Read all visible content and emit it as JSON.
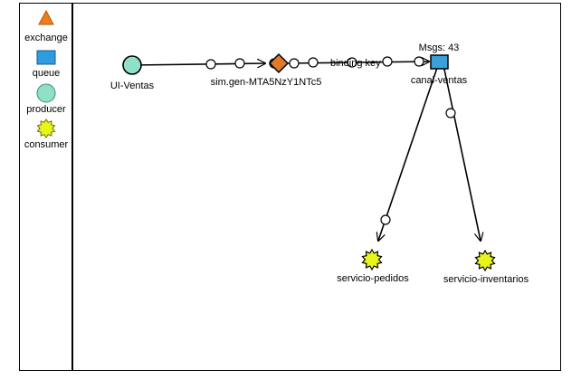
{
  "legend": {
    "items": [
      {
        "label": "exchange",
        "shape": "triangle",
        "color": "#f07d1e"
      },
      {
        "label": "queue",
        "shape": "rect",
        "color": "#2f9be0"
      },
      {
        "label": "producer",
        "shape": "circle",
        "color": "#8ee0c8"
      },
      {
        "label": "consumer",
        "shape": "burst",
        "color": "#e8f51b"
      }
    ]
  },
  "nodes": {
    "producer": {
      "label": "UI-Ventas",
      "color": "#8ee0c8"
    },
    "exchange": {
      "label": "sim.gen-MTA5NzY1NTc5",
      "color": "#e07a2a"
    },
    "queue": {
      "label": "canal-ventas",
      "messages_label": "Msgs: 43",
      "color": "#3aa0d8"
    },
    "consumer1": {
      "label": "servicio-pedidos",
      "color": "#e8f51b"
    },
    "consumer2": {
      "label": "servicio-inventarios",
      "color": "#e8f51b"
    }
  },
  "edges": {
    "binding_label": "binding key"
  }
}
